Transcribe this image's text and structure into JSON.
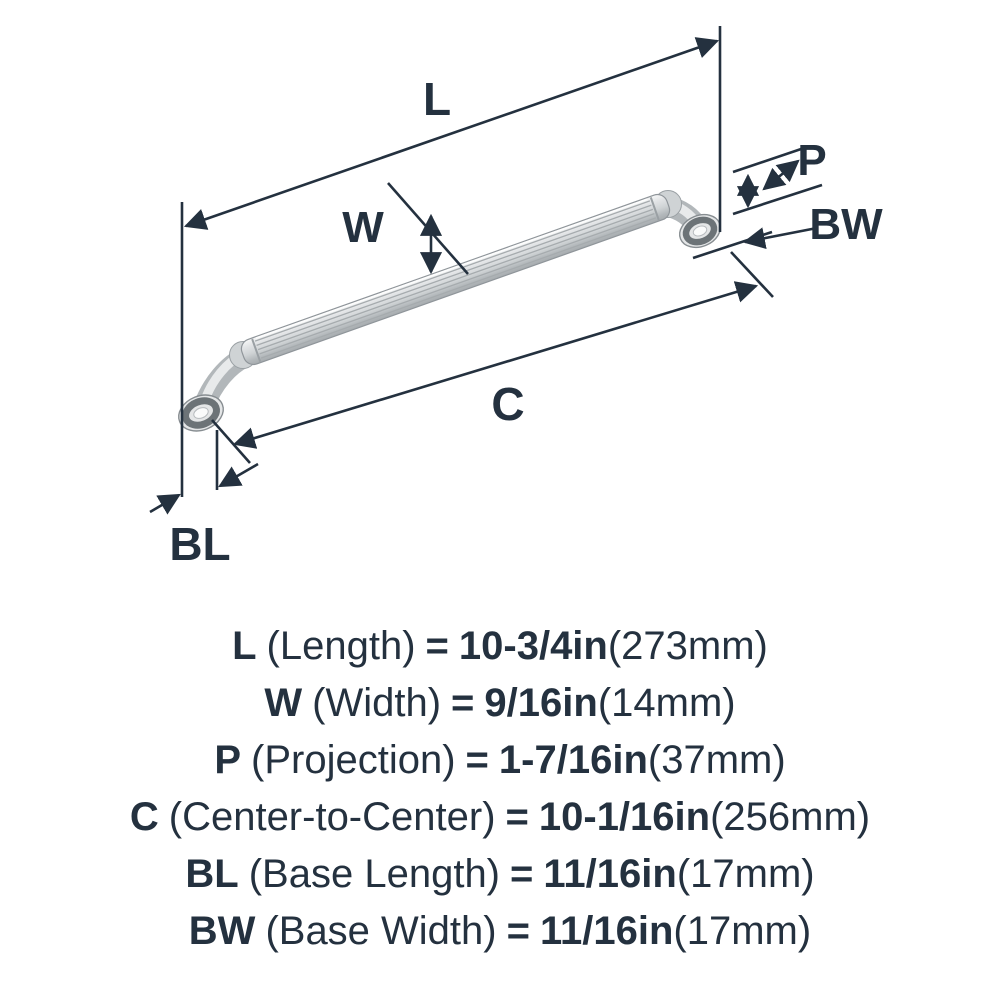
{
  "colors": {
    "ink": "#24313F",
    "metal_light": "#eef0f1",
    "metal_mid": "#c9cdd0",
    "metal_dark": "#9aa0a4"
  },
  "diagram": {
    "labels": {
      "length": "L",
      "width": "W",
      "projection": "P",
      "base_width": "BW",
      "center_to_center": "C",
      "base_length": "BL"
    }
  },
  "legend": {
    "equals": "=",
    "rows": [
      {
        "abbr": "L",
        "name": "(Length)",
        "value": "10-3/4in",
        "metric": "(273mm)"
      },
      {
        "abbr": "W",
        "name": "(Width)",
        "value": "9/16in",
        "metric": "(14mm)"
      },
      {
        "abbr": "P",
        "name": "(Projection)",
        "value": "1-7/16in",
        "metric": "(37mm)"
      },
      {
        "abbr": "C",
        "name": "(Center-to-Center)",
        "value": "10-1/16in",
        "metric": "(256mm)"
      },
      {
        "abbr": "BL",
        "name": "(Base Length)",
        "value": "11/16in",
        "metric": "(17mm)"
      },
      {
        "abbr": "BW",
        "name": "(Base Width)",
        "value": "11/16in",
        "metric": "(17mm)"
      }
    ]
  }
}
